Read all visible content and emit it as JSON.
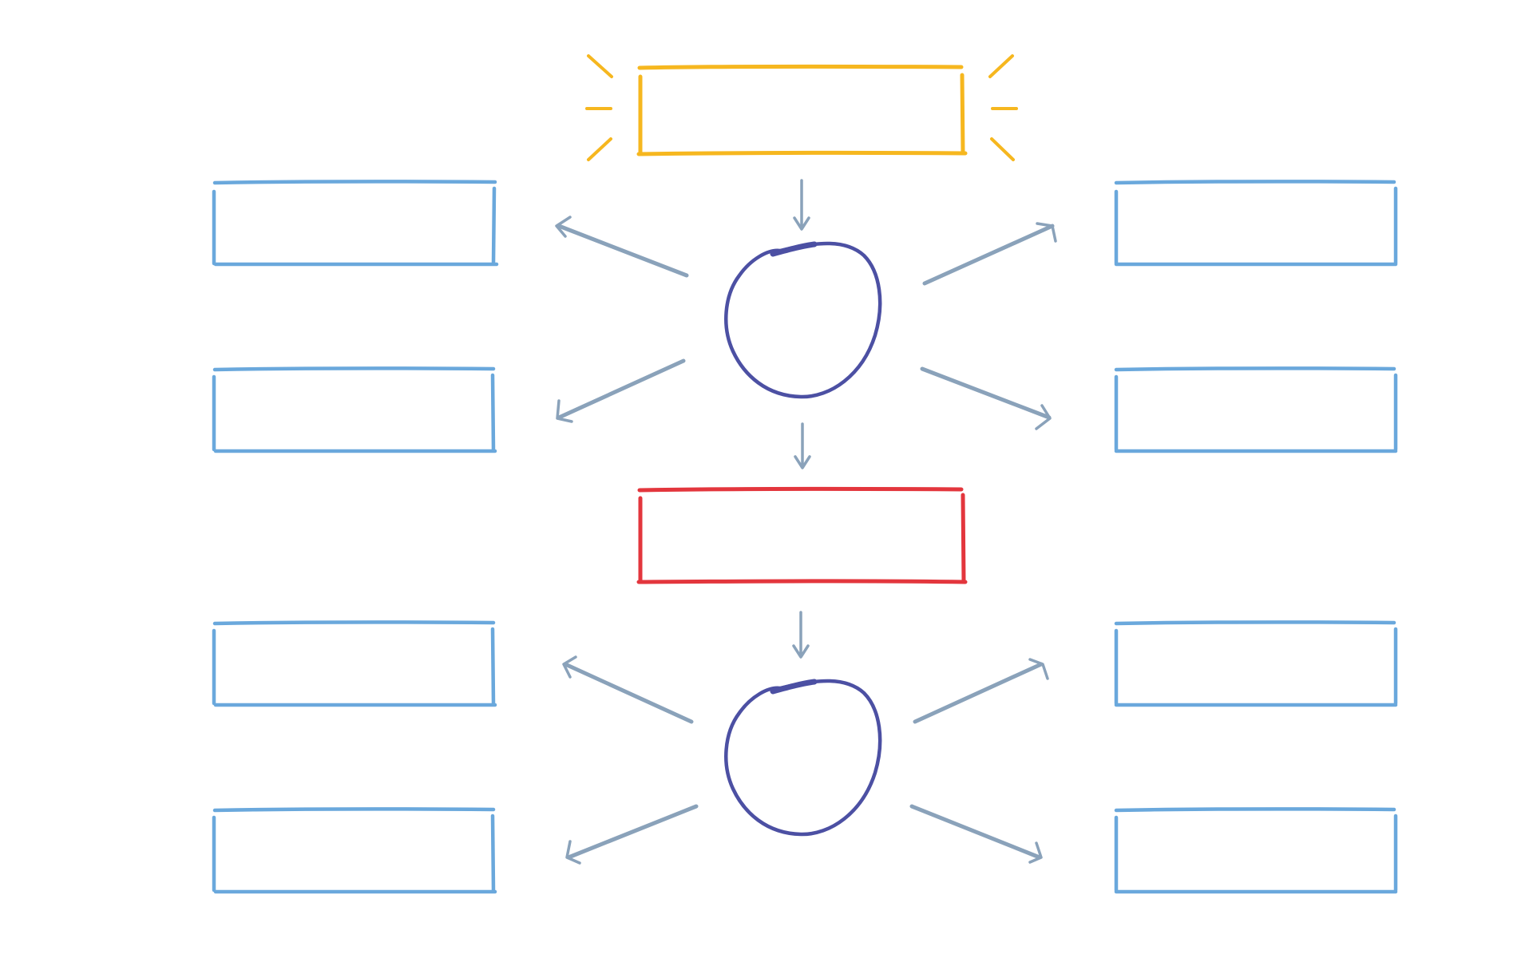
{
  "diagram": {
    "type": "hand-drawn flowchart template",
    "colors": {
      "background": "#ffffff",
      "start_box": "#f6b71f",
      "highlight_rays": "#f6b71f",
      "middle_box": "#e3363d",
      "side_boxes": "#6aa8dc",
      "circles": "#4c50a3",
      "arrows": "#8aa2ba"
    },
    "nodes": [
      {
        "id": "start-box",
        "shape": "rectangle",
        "role": "top",
        "label": ""
      },
      {
        "id": "hub-circle-1",
        "shape": "circle",
        "role": "hub",
        "label": ""
      },
      {
        "id": "middle-box",
        "shape": "rectangle",
        "role": "middle",
        "label": ""
      },
      {
        "id": "hub-circle-2",
        "shape": "circle",
        "role": "hub",
        "label": ""
      },
      {
        "id": "box-left-1",
        "shape": "rectangle",
        "role": "branch",
        "label": ""
      },
      {
        "id": "box-left-2",
        "shape": "rectangle",
        "role": "branch",
        "label": ""
      },
      {
        "id": "box-right-1",
        "shape": "rectangle",
        "role": "branch",
        "label": ""
      },
      {
        "id": "box-right-2",
        "shape": "rectangle",
        "role": "branch",
        "label": ""
      },
      {
        "id": "box-left-3",
        "shape": "rectangle",
        "role": "branch",
        "label": ""
      },
      {
        "id": "box-left-4",
        "shape": "rectangle",
        "role": "branch",
        "label": ""
      },
      {
        "id": "box-right-3",
        "shape": "rectangle",
        "role": "branch",
        "label": ""
      },
      {
        "id": "box-right-4",
        "shape": "rectangle",
        "role": "branch",
        "label": ""
      }
    ],
    "edges": [
      {
        "from": "start-box",
        "to": "hub-circle-1"
      },
      {
        "from": "hub-circle-1",
        "to": "box-left-1"
      },
      {
        "from": "hub-circle-1",
        "to": "box-left-2"
      },
      {
        "from": "hub-circle-1",
        "to": "box-right-1"
      },
      {
        "from": "hub-circle-1",
        "to": "box-right-2"
      },
      {
        "from": "hub-circle-1",
        "to": "middle-box"
      },
      {
        "from": "middle-box",
        "to": "hub-circle-2"
      },
      {
        "from": "hub-circle-2",
        "to": "box-left-3"
      },
      {
        "from": "hub-circle-2",
        "to": "box-left-4"
      },
      {
        "from": "hub-circle-2",
        "to": "box-right-3"
      },
      {
        "from": "hub-circle-2",
        "to": "box-right-4"
      }
    ]
  }
}
